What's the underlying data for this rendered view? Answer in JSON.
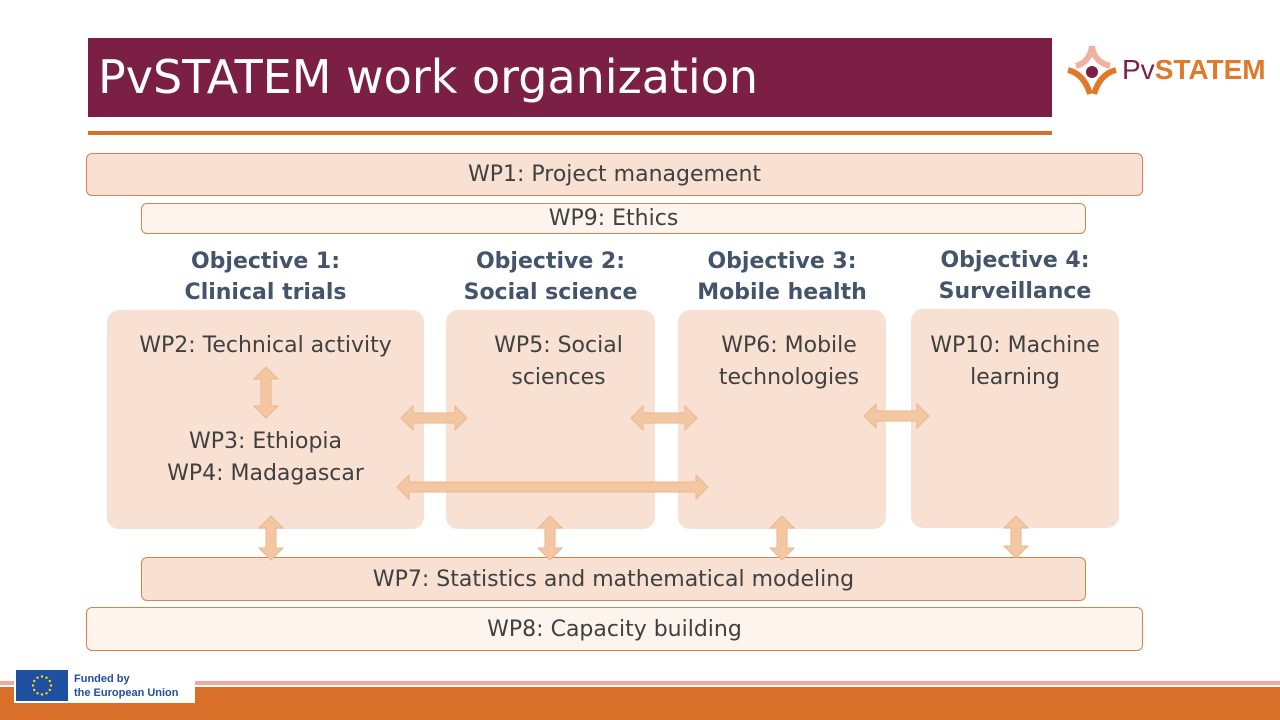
{
  "title": "PvSTATEM work organization",
  "logo": {
    "prefix": "Pv",
    "suffix": "STATEM"
  },
  "wp1": "WP1: Project management",
  "wp9": "WP9: Ethics",
  "objectives": [
    {
      "heading1": "Objective 1:",
      "heading2": "Clinical trials",
      "wp_a": "WP2: Technical activity",
      "wp_b": "WP3: Ethiopia",
      "wp_c": "WP4: Madagascar"
    },
    {
      "heading1": "Objective 2:",
      "heading2": "Social science",
      "wp_a": "WP5: Social",
      "wp_b": "sciences"
    },
    {
      "heading1": "Objective 3:",
      "heading2": "Mobile health",
      "wp_a": "WP6: Mobile",
      "wp_b": "technologies"
    },
    {
      "heading1": "Objective 4:",
      "heading2": "Surveillance",
      "wp_a": "WP10: Machine",
      "wp_b": "learning"
    }
  ],
  "wp7": "WP7: Statistics and mathematical modeling",
  "wp8": "WP8: Capacity building",
  "eu": {
    "line1": "Funded by",
    "line2": "the European Union"
  },
  "colors": {
    "title_bg": "#7B1F45",
    "accent": "#D9702A",
    "box": "#F8E1D3",
    "arrow": "#F4C7A3"
  }
}
